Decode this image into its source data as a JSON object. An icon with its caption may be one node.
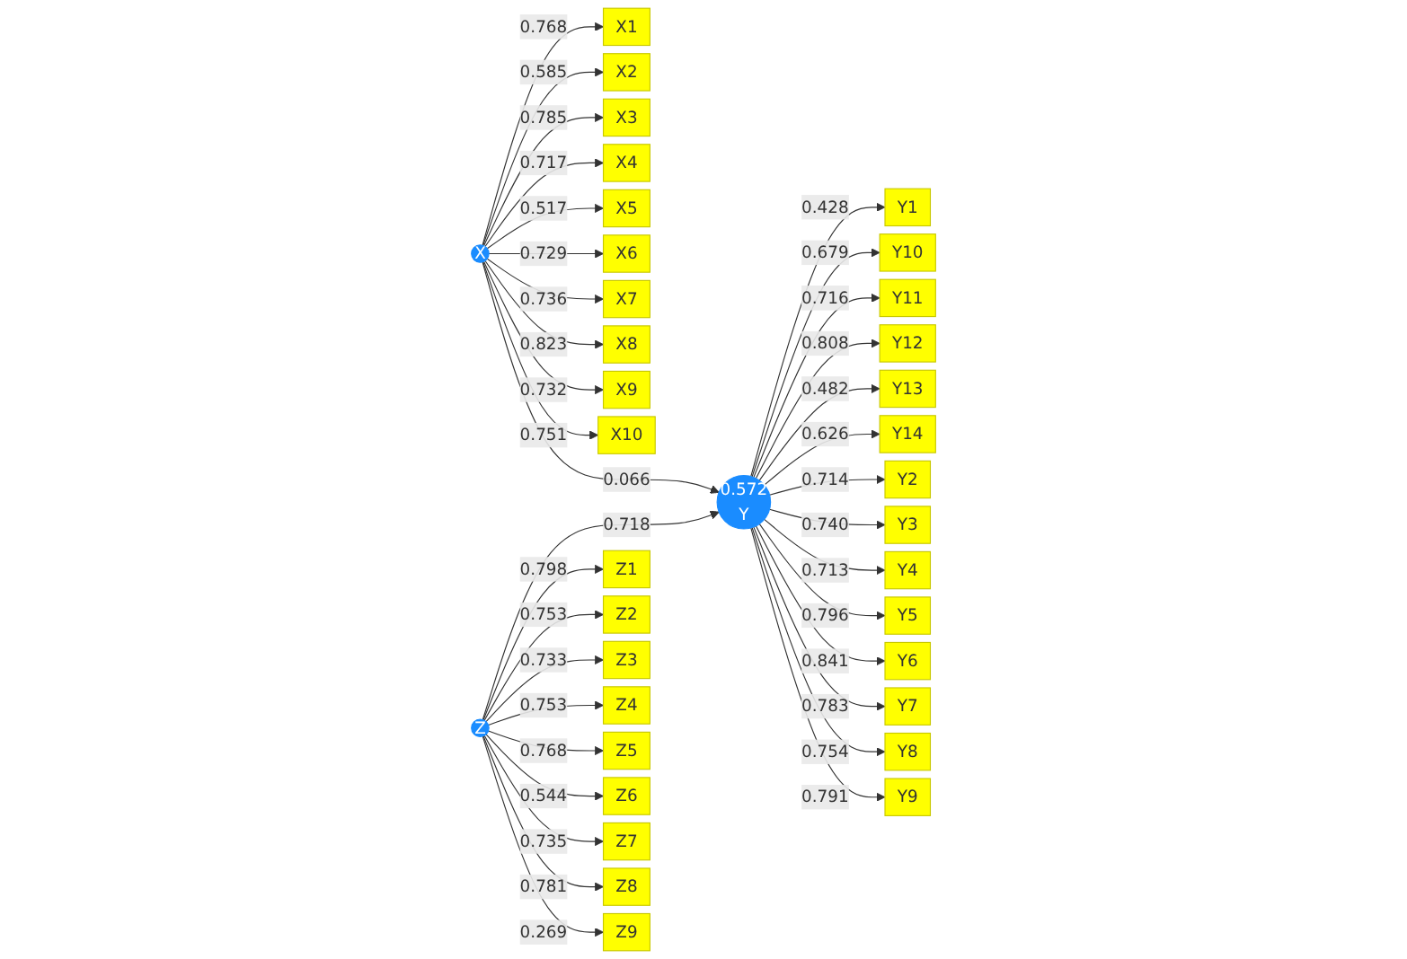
{
  "diagram": {
    "nodes": [
      {
        "text": [
          "X"
        ]
      },
      {
        "text": [
          "X1"
        ]
      },
      {
        "text": [
          "X2"
        ]
      },
      {
        "text": [
          "X3"
        ]
      },
      {
        "text": [
          "X4"
        ]
      },
      {
        "text": [
          "X5"
        ]
      },
      {
        "text": [
          "X6"
        ]
      },
      {
        "text": [
          "X7"
        ]
      },
      {
        "text": [
          "X8"
        ]
      },
      {
        "text": [
          "X9"
        ]
      },
      {
        "text": [
          "X10"
        ]
      },
      {
        "text": [
          "0.572",
          "Y"
        ]
      },
      {
        "text": [
          "Y1"
        ]
      },
      {
        "text": [
          "Y10"
        ]
      },
      {
        "text": [
          "Y11"
        ]
      },
      {
        "text": [
          "Y12"
        ]
      },
      {
        "text": [
          "Y13"
        ]
      },
      {
        "text": [
          "Y14"
        ]
      },
      {
        "text": [
          "Y2"
        ]
      },
      {
        "text": [
          "Y3"
        ]
      },
      {
        "text": [
          "Y4"
        ]
      },
      {
        "text": [
          "Y5"
        ]
      },
      {
        "text": [
          "Y6"
        ]
      },
      {
        "text": [
          "Y7"
        ]
      },
      {
        "text": [
          "Y8"
        ]
      },
      {
        "text": [
          "Y9"
        ]
      },
      {
        "text": [
          "Z"
        ]
      },
      {
        "text": [
          "Z1"
        ]
      },
      {
        "text": [
          "Z2"
        ]
      },
      {
        "text": [
          "Z3"
        ]
      },
      {
        "text": [
          "Z4"
        ]
      },
      {
        "text": [
          "Z5"
        ]
      },
      {
        "text": [
          "Z6"
        ]
      },
      {
        "text": [
          "Z7"
        ]
      },
      {
        "text": [
          "Z8"
        ]
      },
      {
        "text": [
          "Z9"
        ]
      }
    ],
    "edges": [
      {
        "from": 0,
        "to": 1,
        "arrow": "to",
        "label": "0.768"
      },
      {
        "from": 0,
        "to": 2,
        "arrow": "to",
        "label": "0.585"
      },
      {
        "from": 0,
        "to": 3,
        "arrow": "to",
        "label": "0.785"
      },
      {
        "from": 0,
        "to": 4,
        "arrow": "to",
        "label": "0.717"
      },
      {
        "from": 0,
        "to": 5,
        "arrow": "to",
        "label": "0.517"
      },
      {
        "from": 0,
        "to": 6,
        "arrow": "to",
        "label": "0.729"
      },
      {
        "from": 0,
        "to": 7,
        "arrow": "to",
        "label": "0.736"
      },
      {
        "from": 0,
        "to": 8,
        "arrow": "to",
        "label": "0.823"
      },
      {
        "from": 0,
        "to": 9,
        "arrow": "to",
        "label": "0.732"
      },
      {
        "from": 0,
        "to": 10,
        "arrow": "to",
        "label": "0.751"
      },
      {
        "from": 0,
        "to": 11,
        "arrow": "to",
        "label": "0.066"
      },
      {
        "from": 11,
        "to": 12,
        "arrow": "to",
        "label": "0.428"
      },
      {
        "from": 11,
        "to": 13,
        "arrow": "to",
        "label": "0.679"
      },
      {
        "from": 11,
        "to": 14,
        "arrow": "to",
        "label": "0.716"
      },
      {
        "from": 11,
        "to": 15,
        "arrow": "to",
        "label": "0.808"
      },
      {
        "from": 11,
        "to": 16,
        "arrow": "to",
        "label": "0.482"
      },
      {
        "from": 11,
        "to": 17,
        "arrow": "to",
        "label": "0.626"
      },
      {
        "from": 11,
        "to": 18,
        "arrow": "to",
        "label": "0.714"
      },
      {
        "from": 11,
        "to": 19,
        "arrow": "to",
        "label": "0.740"
      },
      {
        "from": 11,
        "to": 20,
        "arrow": "to",
        "label": "0.713"
      },
      {
        "from": 11,
        "to": 21,
        "arrow": "to",
        "label": "0.796"
      },
      {
        "from": 11,
        "to": 22,
        "arrow": "to",
        "label": "0.841"
      },
      {
        "from": 11,
        "to": 23,
        "arrow": "to",
        "label": "0.783"
      },
      {
        "from": 11,
        "to": 24,
        "arrow": "to",
        "label": "0.754"
      },
      {
        "from": 11,
        "to": 25,
        "arrow": "to",
        "label": "0.791"
      },
      {
        "from": 26,
        "to": 11,
        "arrow": "to",
        "label": "0.718"
      },
      {
        "from": 26,
        "to": 27,
        "arrow": "to",
        "label": "0.798"
      },
      {
        "from": 26,
        "to": 28,
        "arrow": "to",
        "label": "0.753"
      },
      {
        "from": 26,
        "to": 29,
        "arrow": "to",
        "label": "0.733"
      },
      {
        "from": 26,
        "to": 30,
        "arrow": "to",
        "label": "0.753"
      },
      {
        "from": 26,
        "to": 31,
        "arrow": "to",
        "label": "0.768"
      },
      {
        "from": 26,
        "to": 32,
        "arrow": "to",
        "label": "0.544"
      },
      {
        "from": 26,
        "to": 33,
        "arrow": "to",
        "label": "0.735"
      },
      {
        "from": 26,
        "to": 34,
        "arrow": "to",
        "label": "0.781"
      },
      {
        "from": 26,
        "to": 35,
        "arrow": "to",
        "label": "0.269"
      }
    ]
  }
}
